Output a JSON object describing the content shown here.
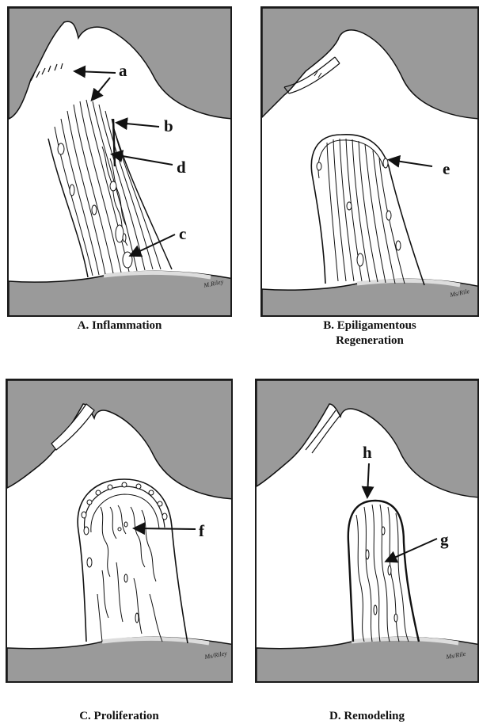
{
  "panels": [
    {
      "id": "A",
      "caption": "A. Inflammation",
      "labels": [
        "a",
        "b",
        "c",
        "d"
      ]
    },
    {
      "id": "B",
      "caption_line1": "B. Epiligamentous",
      "caption_line2": "Regeneration",
      "labels": [
        "e"
      ]
    },
    {
      "id": "C",
      "caption": "C. Proliferation",
      "labels": [
        "f"
      ]
    },
    {
      "id": "D",
      "caption": "D. Remodeling",
      "labels": [
        "h",
        "g"
      ]
    }
  ],
  "colors": {
    "bone": "#9a9a9a",
    "line": "#111111",
    "background": "#ffffff"
  }
}
